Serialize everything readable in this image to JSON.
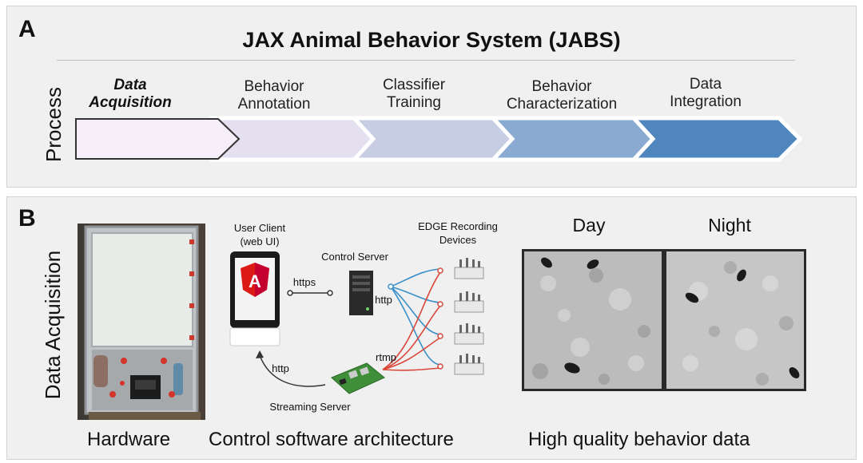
{
  "panel_a": {
    "letter": "A",
    "title": "JAX Animal Behavior System (JABS)",
    "side_label": "Process",
    "steps": [
      {
        "line1": "Data",
        "line2": "Acquisition",
        "fill": "#f6eef8"
      },
      {
        "line1": "Behavior",
        "line2": "Annotation",
        "fill": "#e4e0f0"
      },
      {
        "line1": "Classifier",
        "line2": "Training",
        "fill": "#c7cde3"
      },
      {
        "line1": "Behavior",
        "line2": "Characterization",
        "fill": "#8aaad2"
      },
      {
        "line1": "Data",
        "line2": "Integration",
        "fill": "#4e86bd"
      }
    ]
  },
  "panel_b": {
    "letter": "B",
    "side_label": "Data Acquisition",
    "architecture": {
      "user_client_line1": "User Client",
      "user_client_line2": "(web UI)",
      "control_server": "Control Server",
      "edge_line1": "EDGE Recording",
      "edge_line2": "Devices",
      "https": "https",
      "http_right": "http",
      "rtmp": "rtmp",
      "http_left": "http",
      "streaming_server": "Streaming Server"
    },
    "conditions": {
      "day": "Day",
      "night": "Night"
    },
    "captions": {
      "hardware": "Hardware",
      "software": "Control software architecture",
      "behavior": "High quality behavior data"
    }
  },
  "colors": {
    "https_link": "#333333",
    "http_link": "#3a8fc8",
    "rtmp_link": "#d9483b",
    "angular_red": "#dd1b16"
  }
}
